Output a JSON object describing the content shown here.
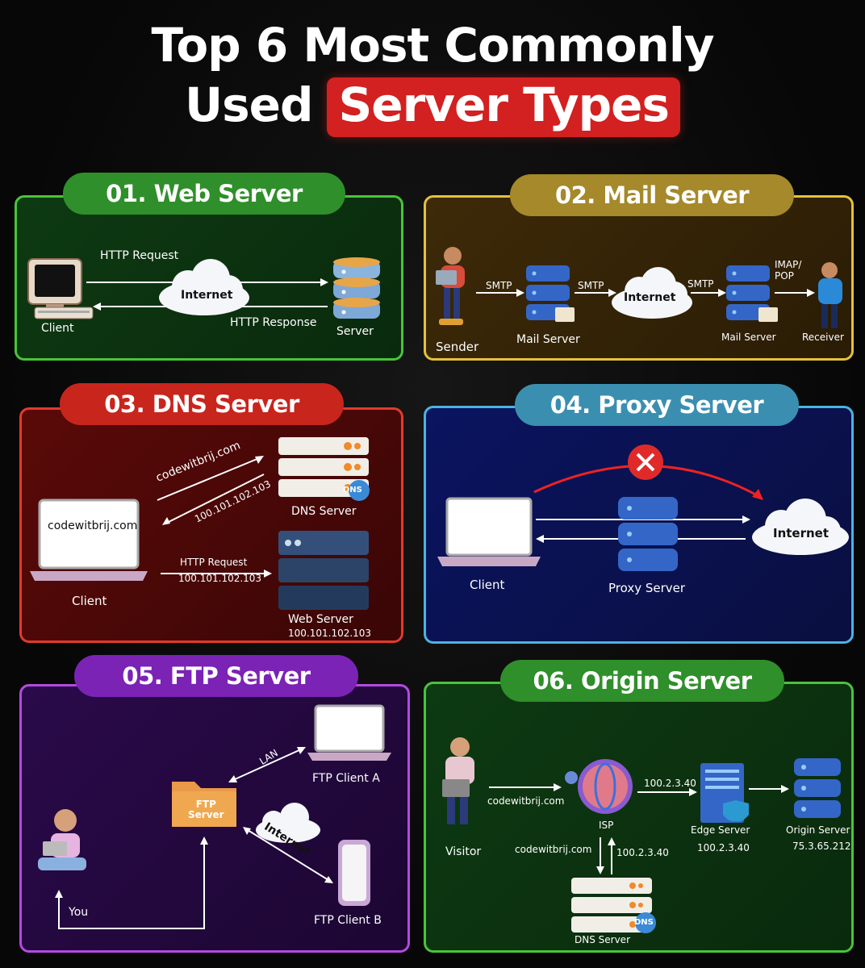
{
  "title": {
    "line1": "Top 6 Most Commonly",
    "line2_plain": "Used",
    "line2_highlight": "Server Types"
  },
  "colors": {
    "web": "#2f8f2a",
    "mail": "#a5892a",
    "dns": "#c8251d",
    "proxy": "#3a8fb0",
    "ftp": "#7b23b5",
    "origin": "#2f8f2a"
  },
  "web": {
    "title": "01. Web Server",
    "request": "HTTP Request",
    "response": "HTTP Response",
    "internet": "Internet",
    "client": "Client",
    "server": "Server"
  },
  "mail": {
    "title": "02. Mail Server",
    "sender": "Sender",
    "smtp1": "SMTP",
    "smtp2": "SMTP",
    "smtp3": "SMTP",
    "mail_server": "Mail Server",
    "internet": "Internet",
    "mail_server2": "Mail Server",
    "imap": "IMAP/\nPOP",
    "receiver": "Receiver"
  },
  "dns": {
    "title": "03. DNS Server",
    "laptop_text": "codewitbrij.com",
    "query": "codewitbrij.com",
    "answer": "100.101.102.103",
    "dns_server": "DNS Server",
    "dns_badge": "DNS",
    "client": "Client",
    "http_request": "HTTP Request",
    "http_ip": "100.101.102.103",
    "web_server": "Web Server",
    "web_ip": "100.101.102.103"
  },
  "proxy": {
    "title": "04. Proxy Server",
    "client": "Client",
    "proxy_server": "Proxy Server",
    "internet": "Internet"
  },
  "ftp": {
    "title": "05. FTP Server",
    "lan": "LAN",
    "client_a": "FTP Client A",
    "folder": "FTP\nServer",
    "internet": "Internet",
    "client_b": "FTP Client B",
    "you": "You"
  },
  "origin": {
    "title": "06. Origin Server",
    "visitor": "Visitor",
    "query": "codewitbrij.com",
    "isp": "ISP",
    "ip1": "100.2.3.40",
    "edge": "Edge Server",
    "edge_ip": "100.2.3.40",
    "origin": "Origin Server",
    "origin_ip": "75.3.65.212",
    "dns_query": "codewitbrij.com",
    "dns_ip": "100.2.3.40",
    "dns_server": "DNS Server",
    "dns_badge": "DNS"
  }
}
